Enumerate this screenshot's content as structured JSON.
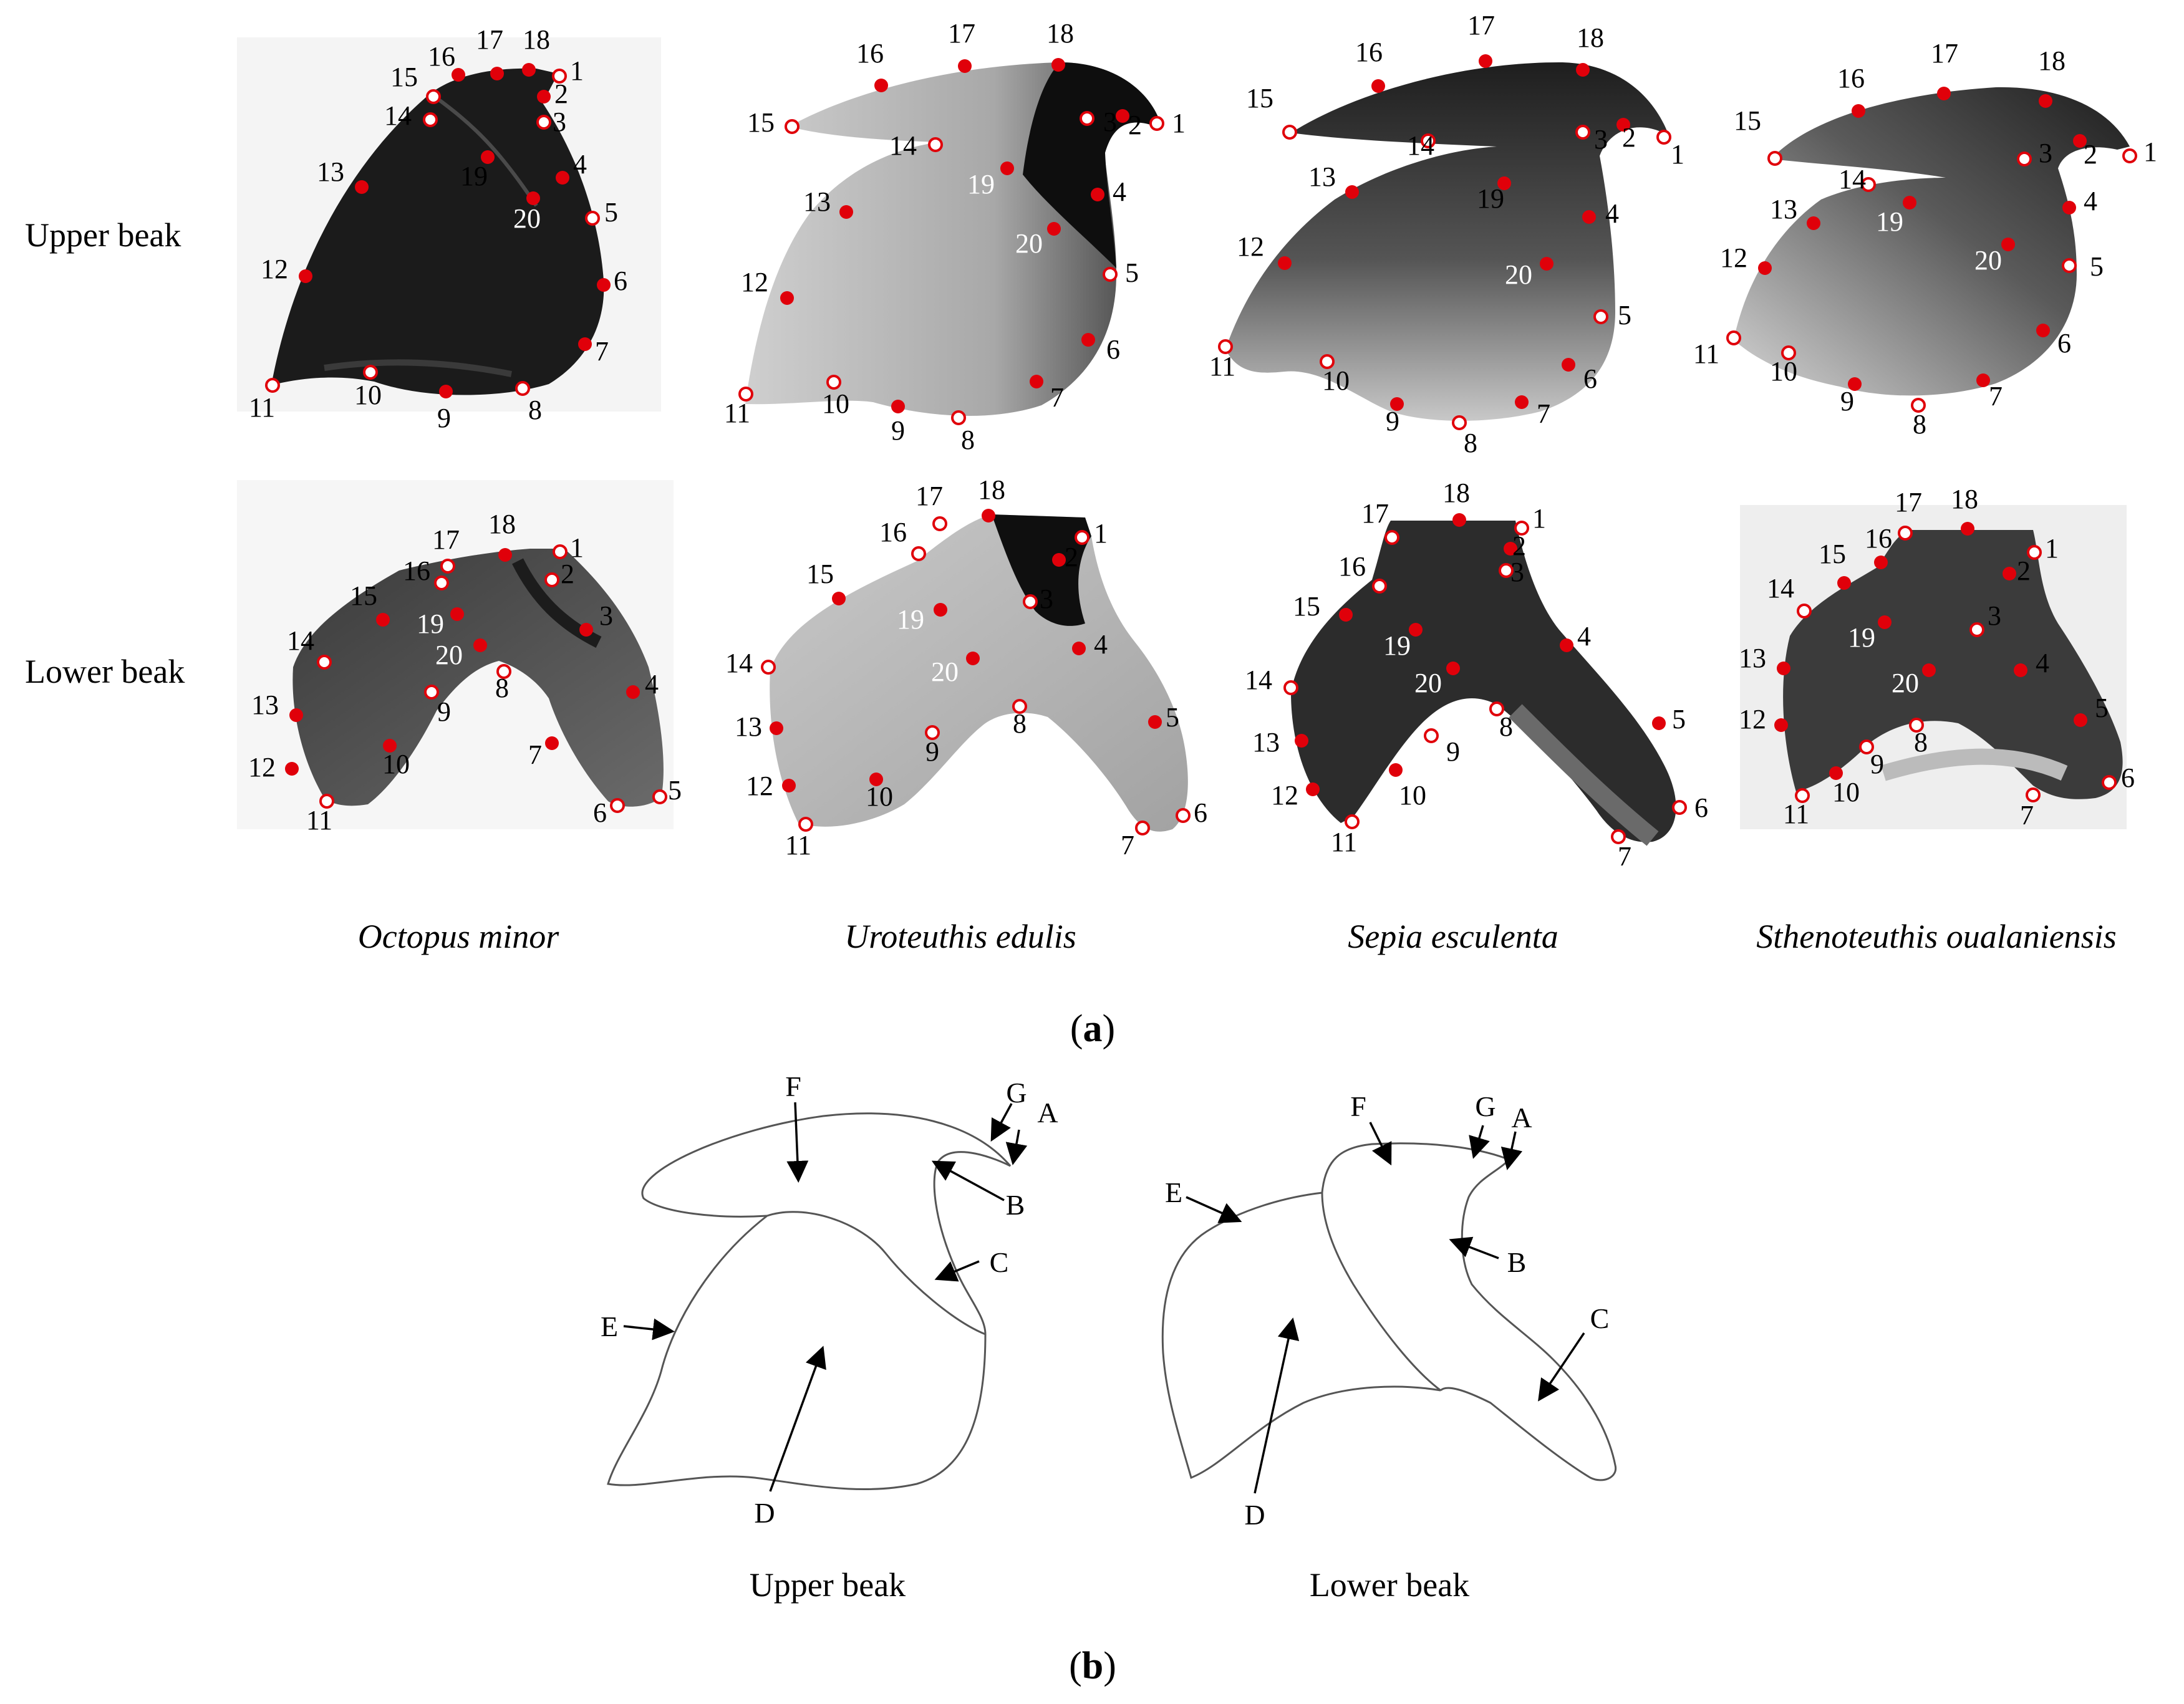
{
  "panel_a": {
    "row_labels": [
      "Upper beak",
      "Lower beak"
    ],
    "species": [
      "Octopus minor",
      "Uroteuthis edulis",
      "Sepia esculenta",
      "Sthenoteuthis oualaniensis"
    ],
    "label": {
      "open": "(",
      "letter": "a",
      "close": ")"
    }
  },
  "panel_b": {
    "upper_caption": "Upper beak",
    "lower_caption": "Lower beak",
    "letters": [
      "A",
      "B",
      "C",
      "D",
      "E",
      "F",
      "G"
    ],
    "label": {
      "open": "(",
      "letter": "b",
      "close": ")"
    }
  },
  "colors": {
    "landmark": "#e0000a",
    "dark_beak": "#1a1a1a",
    "light_beak": "#bdbdbd",
    "outline": "#555555"
  }
}
